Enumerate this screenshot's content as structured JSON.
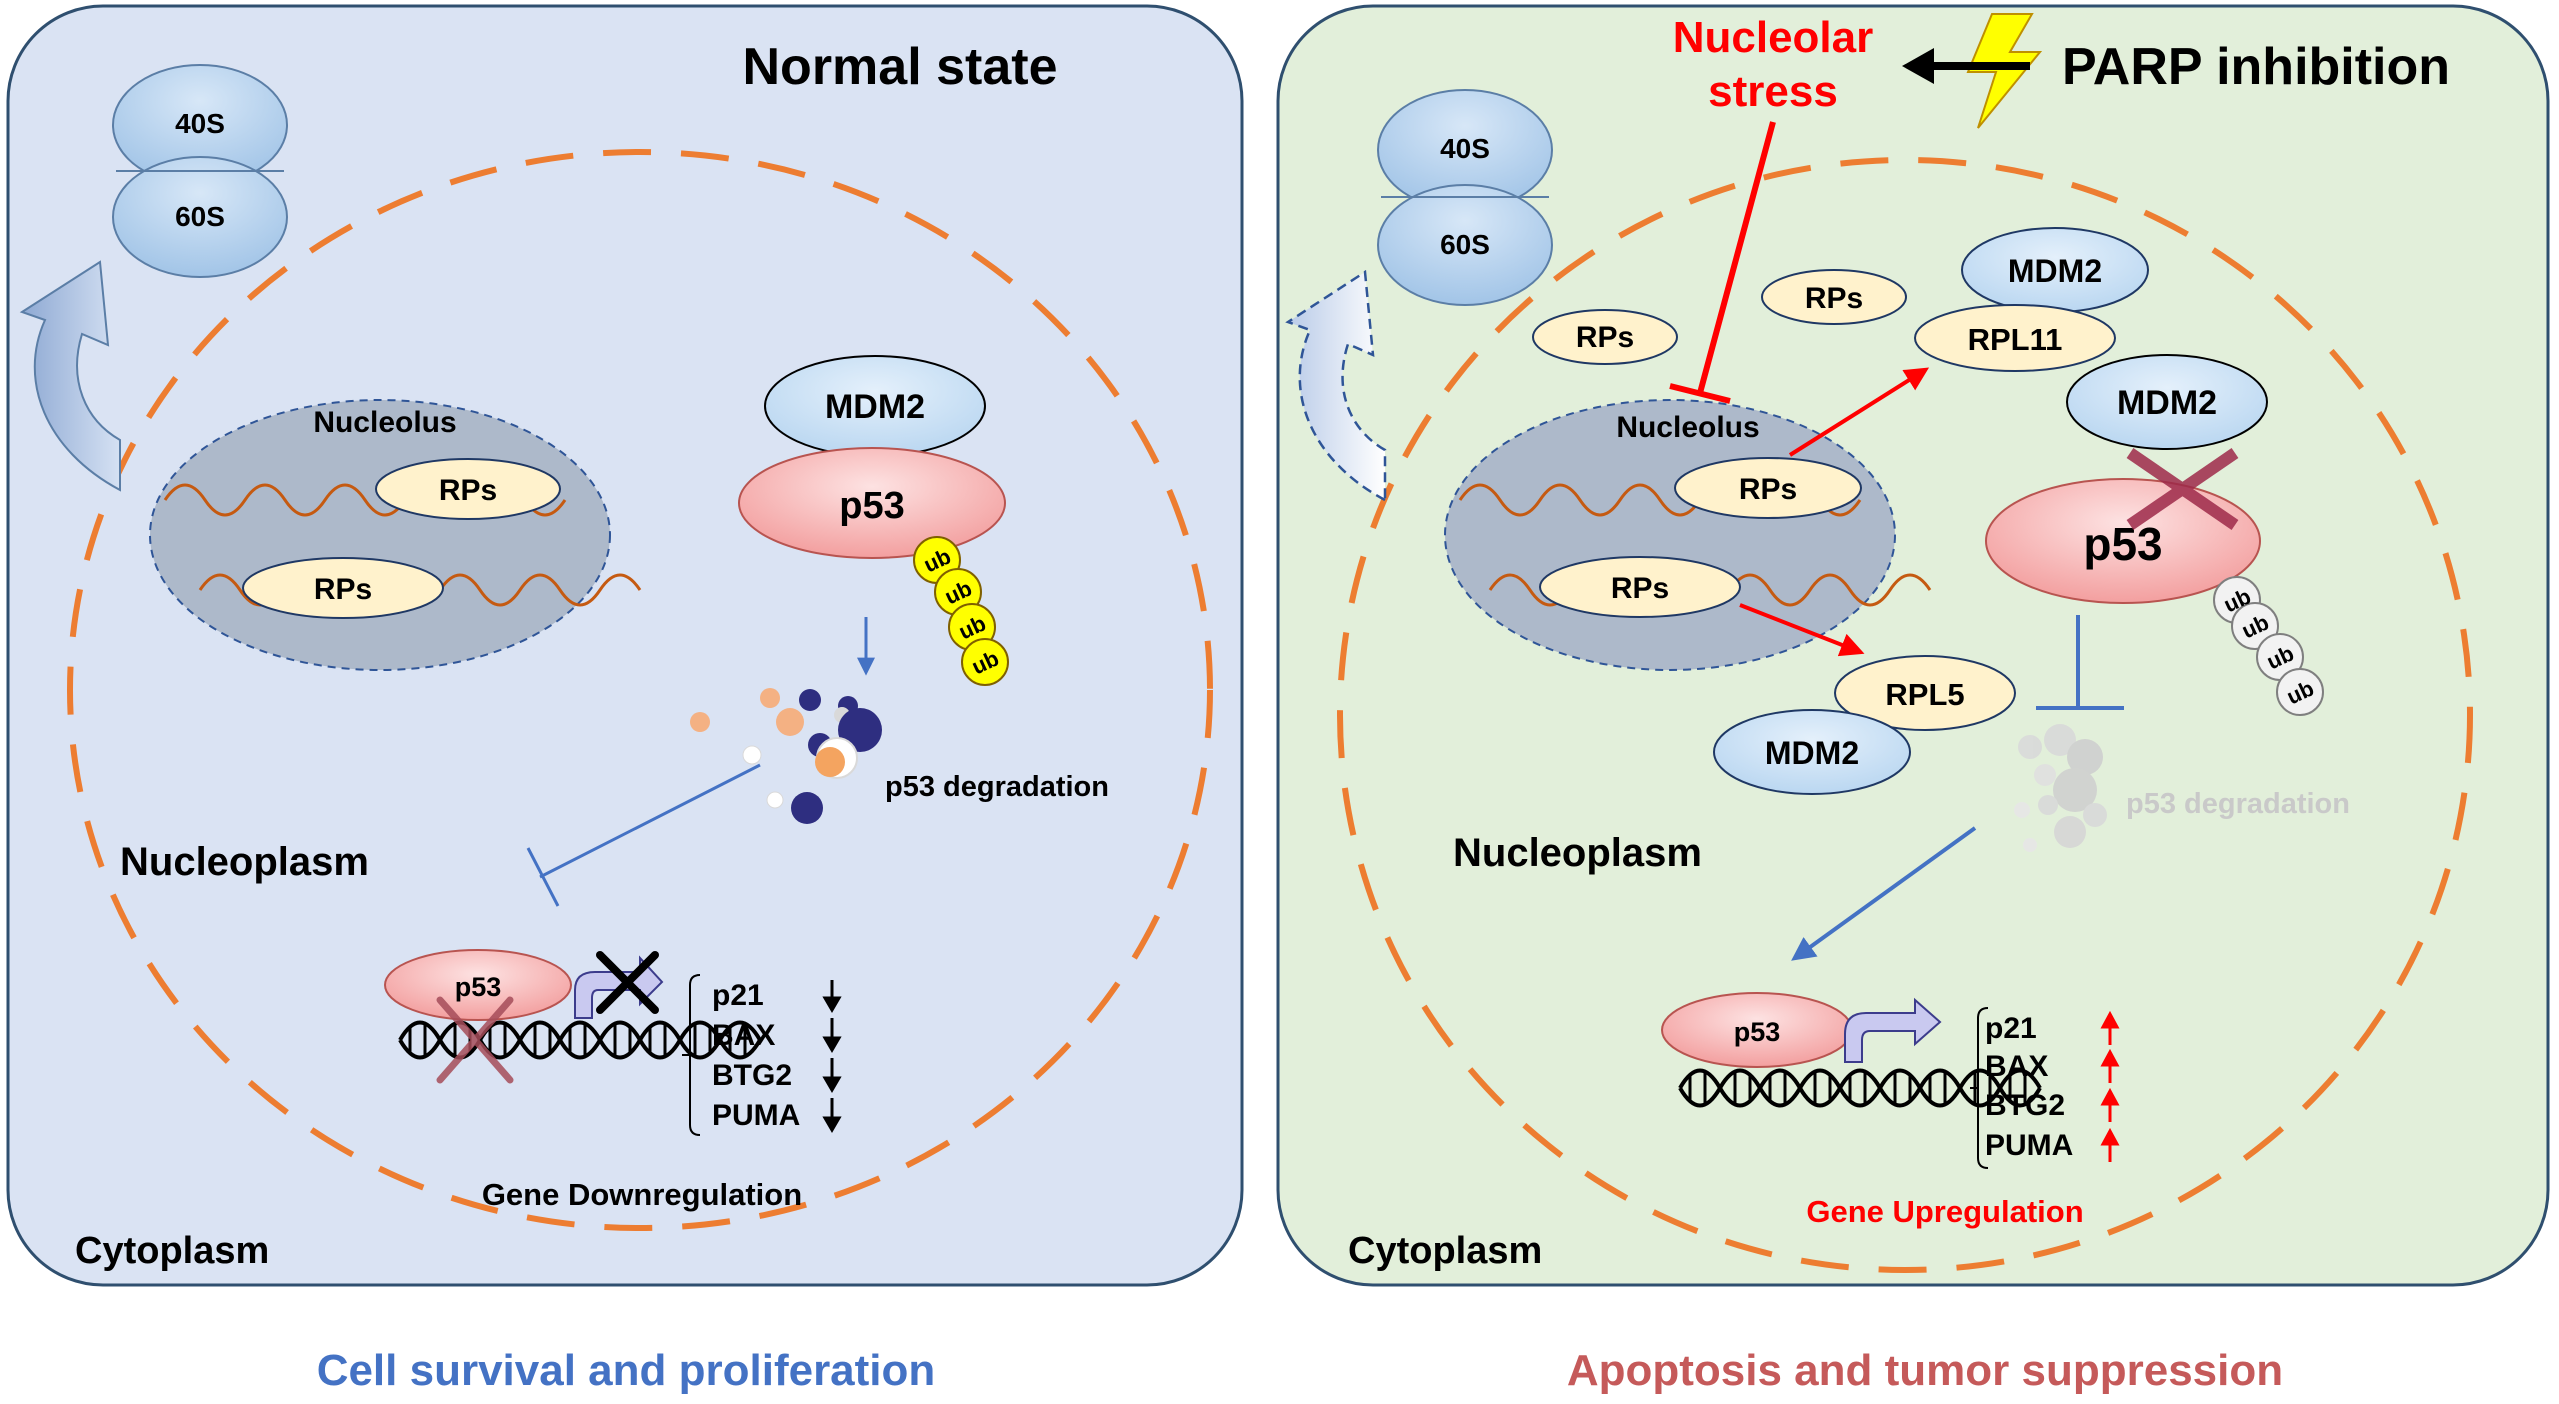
{
  "left_panel": {
    "title": "Normal state",
    "ribosome_small": "40S",
    "ribosome_large": "60S",
    "nucleolus_label": "Nucleolus",
    "rps_1": "RPs",
    "rps_2": "RPs",
    "mdm2": "MDM2",
    "p53": "p53",
    "ub_tags": [
      "ub",
      "ub",
      "ub",
      "ub"
    ],
    "degradation_label": "p53 degradation",
    "nucleoplasm_label": "Nucleoplasm",
    "dna_p53": "p53",
    "genes": [
      "p21",
      "BAX",
      "BTG2",
      "PUMA"
    ],
    "gene_status": "Gene Downregulation",
    "cytoplasm_label": "Cytoplasm",
    "caption": "Cell survival and proliferation"
  },
  "right_panel": {
    "title": "PARP inhibition",
    "stress_line1": "Nucleolar",
    "stress_line2": "stress",
    "ribosome_small": "40S",
    "ribosome_large": "60S",
    "free_rps_1": "RPs",
    "free_rps_2": "RPs",
    "mdm2_top": "MDM2",
    "rpl11": "RPL11",
    "mdm2_free": "MDM2",
    "nucleolus_label": "Nucleolus",
    "rps_1": "RPs",
    "rps_2": "RPs",
    "p53": "p53",
    "ub_tags": [
      "ub",
      "ub",
      "ub",
      "ub"
    ],
    "rpl5": "RPL5",
    "mdm2_bottom": "MDM2",
    "degradation_label": "p53 degradation",
    "nucleoplasm_label": "Nucleoplasm",
    "dna_p53": "p53",
    "genes": [
      "p21",
      "BAX",
      "BTG2",
      "PUMA"
    ],
    "gene_status": "Gene Upregulation",
    "cytoplasm_label": "Cytoplasm",
    "caption": "Apoptosis and tumor suppression"
  },
  "colors": {
    "left_bg": "#dae3f3",
    "right_bg": "#e2efda",
    "nucleus_dash": "#ed7d31",
    "nucleolus": "#adb9ca",
    "rps_fill": "#fff2cc",
    "mdm2_fill": "#bdd7ee",
    "p53_fill": "#f4a7a7",
    "ub_fill": "#ffff00",
    "left_caption": "#4472c4",
    "right_caption": "#c55a5a",
    "stress_red": "#ff0000"
  }
}
